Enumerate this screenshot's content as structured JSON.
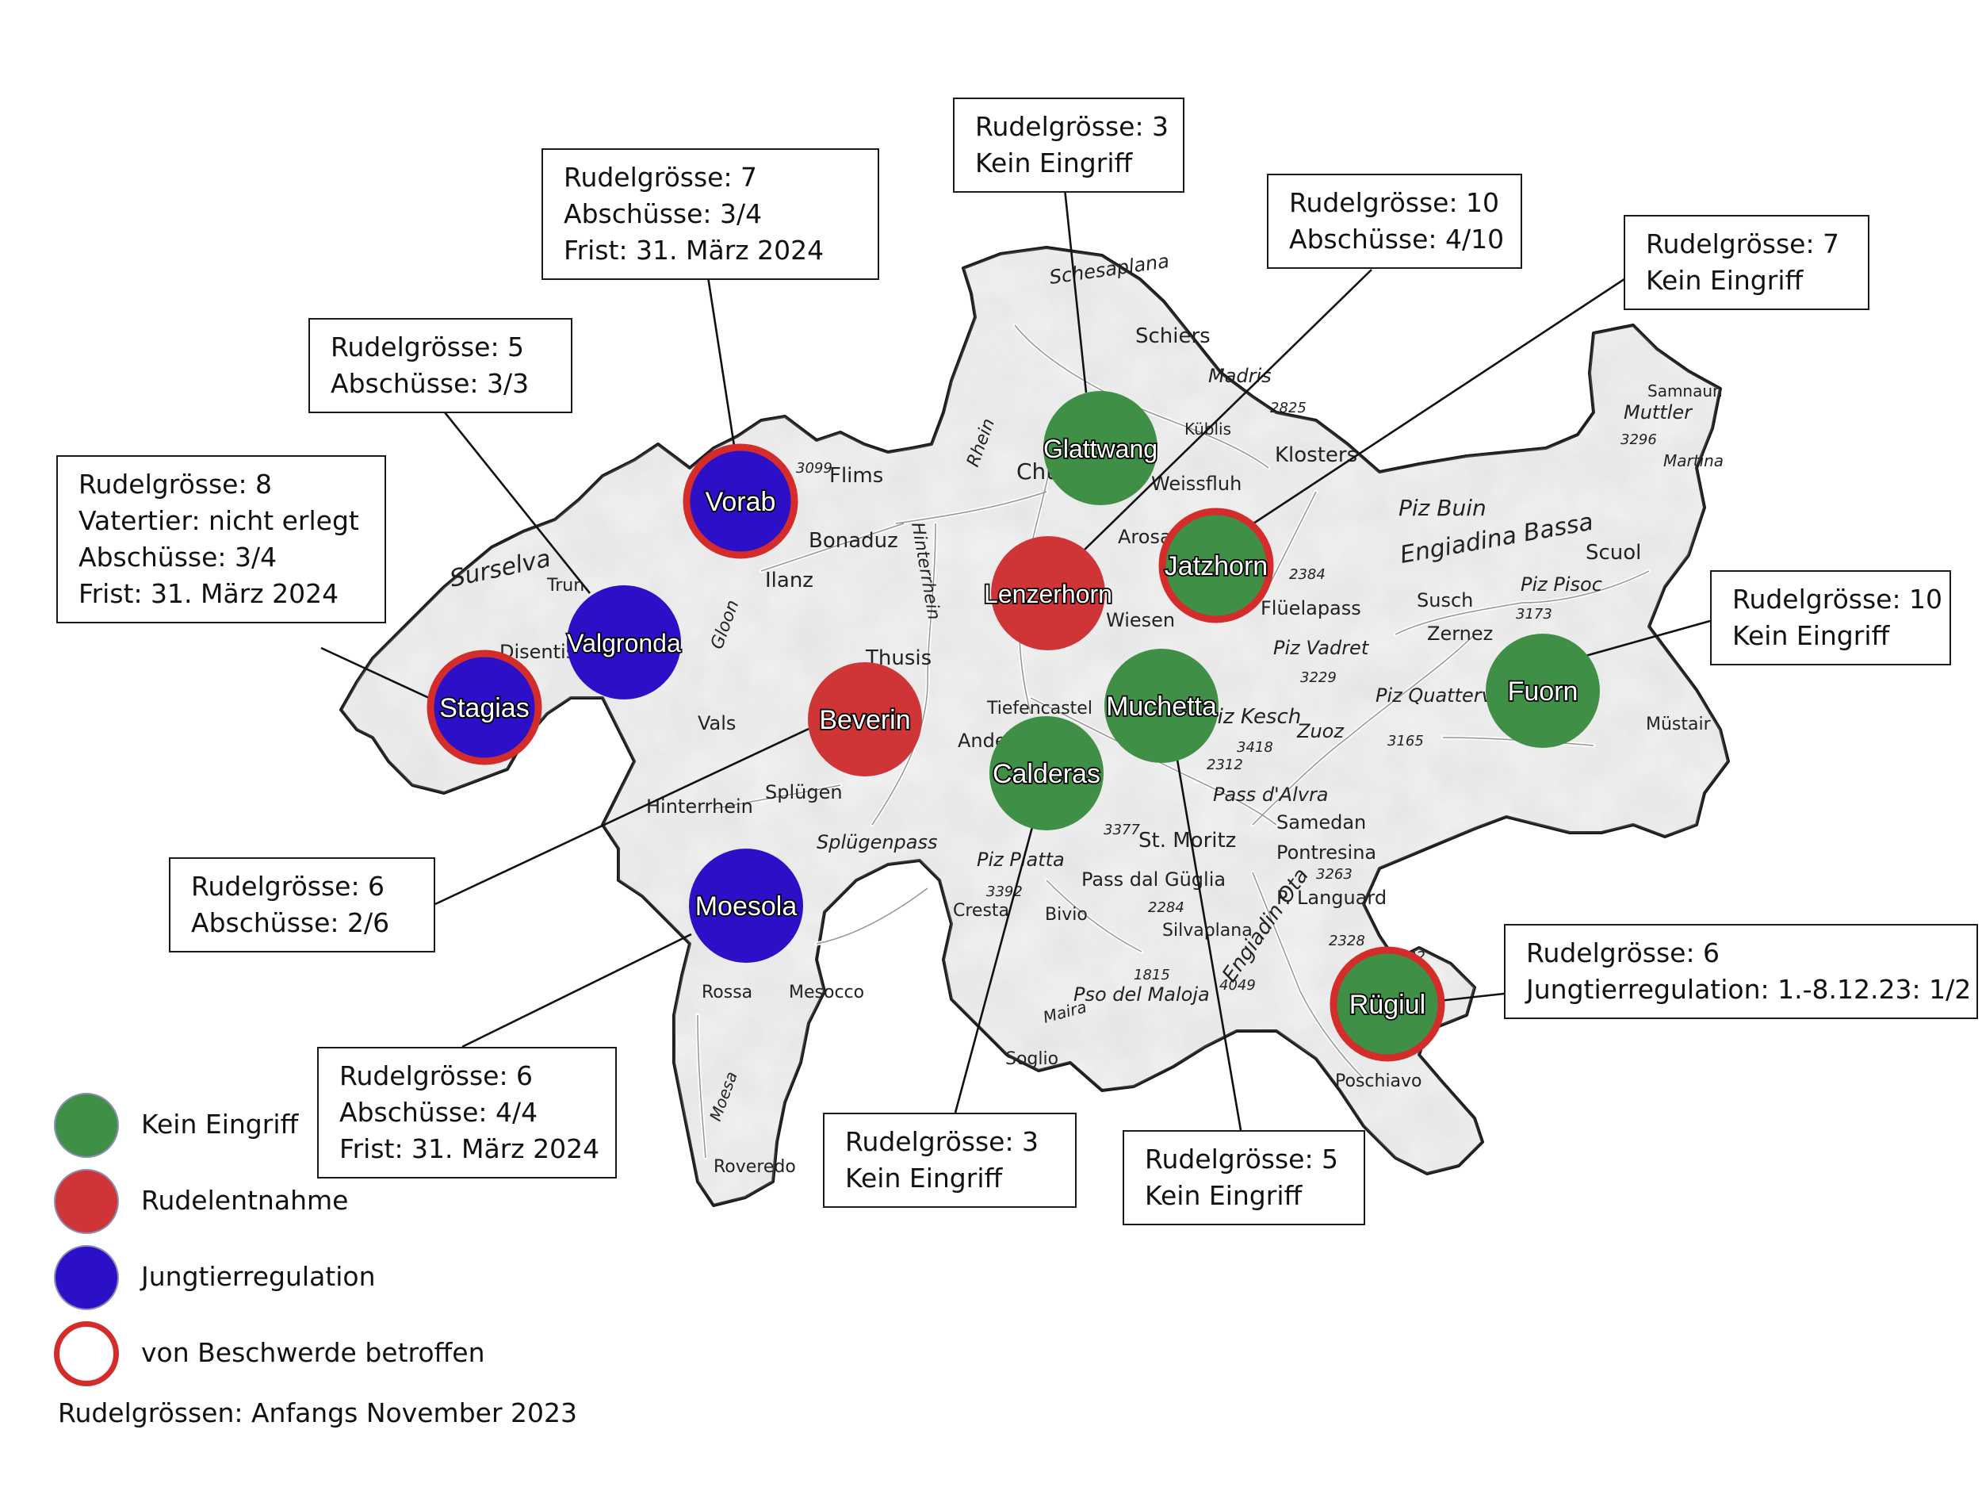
{
  "colors": {
    "kein_eingriff": "#3f8f46",
    "rudelentnahme": "#cf3436",
    "jungtierregulation": "#2c10c8",
    "beschwerde_ring": "#d42b2b",
    "map_fill": "#f1f1f1",
    "map_outline": "#1a1a1a"
  },
  "places": [
    "Schesaplana",
    "Schiers",
    "Madris",
    "Klosters",
    "Küblis",
    "Chur",
    "Arosa",
    "Weissfluh",
    "Flims",
    "Bonaduz",
    "Ilanz",
    "Disentis/Mustér",
    "Trun",
    "Surselva",
    "Vals",
    "Thusis",
    "Hinterrhein",
    "Splügen",
    "Splügenpass",
    "Tiefencastel",
    "Andeer",
    "Wiesen",
    "Flüelapass",
    "Piz Vadret",
    "Piz Kesch",
    "Piz Buin",
    "Engiadina Bassa",
    "Susch",
    "Zernez",
    "Scuol",
    "Piz Pisoc",
    "Samnaun",
    "Muttler",
    "Martina",
    "Müstair",
    "Piz Quattervals",
    "Zuoz",
    "Pass d'Alvra",
    "Samedan",
    "Pontresina",
    "St. Moritz",
    "Piz Platta",
    "Bivio",
    "Cresta",
    "Pass dal Güglia",
    "Silvaplana",
    "Pso del Maloja",
    "Soglio",
    "P. Languard",
    "Poschiavo",
    "Rossa",
    "Roveredo",
    "Mesocco",
    "Rhein",
    "Hinterrhein",
    "Gloon",
    "Maira",
    "Moesa",
    "Engiadin Ota"
  ],
  "elevations": [
    "3099",
    "2825",
    "3296",
    "2384",
    "3229",
    "3173",
    "3165",
    "3418",
    "2312",
    "3377",
    "3392",
    "2284",
    "3263",
    "4049",
    "1815",
    "2328",
    "3302"
  ],
  "packs": [
    {
      "name": "Glattwang",
      "status": "kein_eingriff",
      "beschwerde": false
    },
    {
      "name": "Vorab",
      "status": "jungtierregulation",
      "beschwerde": true
    },
    {
      "name": "Lenzerhorn",
      "status": "rudelentnahme",
      "beschwerde": false
    },
    {
      "name": "Jatzhorn",
      "status": "kein_eingriff",
      "beschwerde": true
    },
    {
      "name": "Valgronda",
      "status": "jungtierregulation",
      "beschwerde": false
    },
    {
      "name": "Stagias",
      "status": "jungtierregulation",
      "beschwerde": true
    },
    {
      "name": "Beverin",
      "status": "rudelentnahme",
      "beschwerde": false
    },
    {
      "name": "Muchetta",
      "status": "kein_eingriff",
      "beschwerde": false
    },
    {
      "name": "Calderas",
      "status": "kein_eingriff",
      "beschwerde": false
    },
    {
      "name": "Fuorn",
      "status": "kein_eingriff",
      "beschwerde": false
    },
    {
      "name": "Moesola",
      "status": "jungtierregulation",
      "beschwerde": false
    },
    {
      "name": "Rügiul",
      "status": "kein_eingriff",
      "beschwerde": true
    }
  ],
  "info_boxes": [
    {
      "pack": "Glattwang",
      "lines": [
        "Rudelgrösse: 3",
        "Kein Eingriff"
      ]
    },
    {
      "pack": "Vorab",
      "lines": [
        "Rudelgrösse: 7",
        "Abschüsse: 3/4",
        "Frist: 31. März 2024"
      ]
    },
    {
      "pack": "Lenzerhorn",
      "lines": [
        "Rudelgrösse: 10",
        "Abschüsse: 4/10"
      ]
    },
    {
      "pack": "Jatzhorn",
      "lines": [
        "Rudelgrösse: 7",
        "Kein Eingriff"
      ]
    },
    {
      "pack": "Valgronda",
      "lines": [
        "Rudelgrösse: 5",
        "Abschüsse: 3/3"
      ]
    },
    {
      "pack": "Stagias",
      "lines": [
        "Rudelgrösse: 8",
        "Vatertier: nicht erlegt",
        "Abschüsse: 3/4",
        "Frist: 31. März 2024"
      ]
    },
    {
      "pack": "Fuorn",
      "lines": [
        "Rudelgrösse: 10",
        "Kein Eingriff"
      ]
    },
    {
      "pack": "Beverin",
      "lines": [
        "Rudelgrösse: 6",
        "Abschüsse: 2/6"
      ]
    },
    {
      "pack": "Rügiul",
      "lines": [
        "Rudelgrösse: 6",
        "Jungtierregulation: 1.-8.12.23: 1/2"
      ]
    },
    {
      "pack": "Moesola",
      "lines": [
        "Rudelgrösse: 6",
        "Abschüsse: 4/4",
        "Frist: 31. März 2024"
      ]
    },
    {
      "pack": "Calderas",
      "lines": [
        "Rudelgrösse: 3",
        "Kein Eingriff"
      ]
    },
    {
      "pack": "Muchetta",
      "lines": [
        "Rudelgrösse: 5",
        "Kein Eingriff"
      ]
    }
  ],
  "legend": [
    {
      "key": "kein_eingriff",
      "label": "Kein Eingriff"
    },
    {
      "key": "rudelentnahme",
      "label": "Rudelentnahme"
    },
    {
      "key": "jungtierregulation",
      "label": "Jungtierregulation"
    },
    {
      "key": "beschwerde",
      "label": "von Beschwerde betroffen"
    }
  ],
  "footnote": "Rudelgrössen: Anfangs November 2023"
}
